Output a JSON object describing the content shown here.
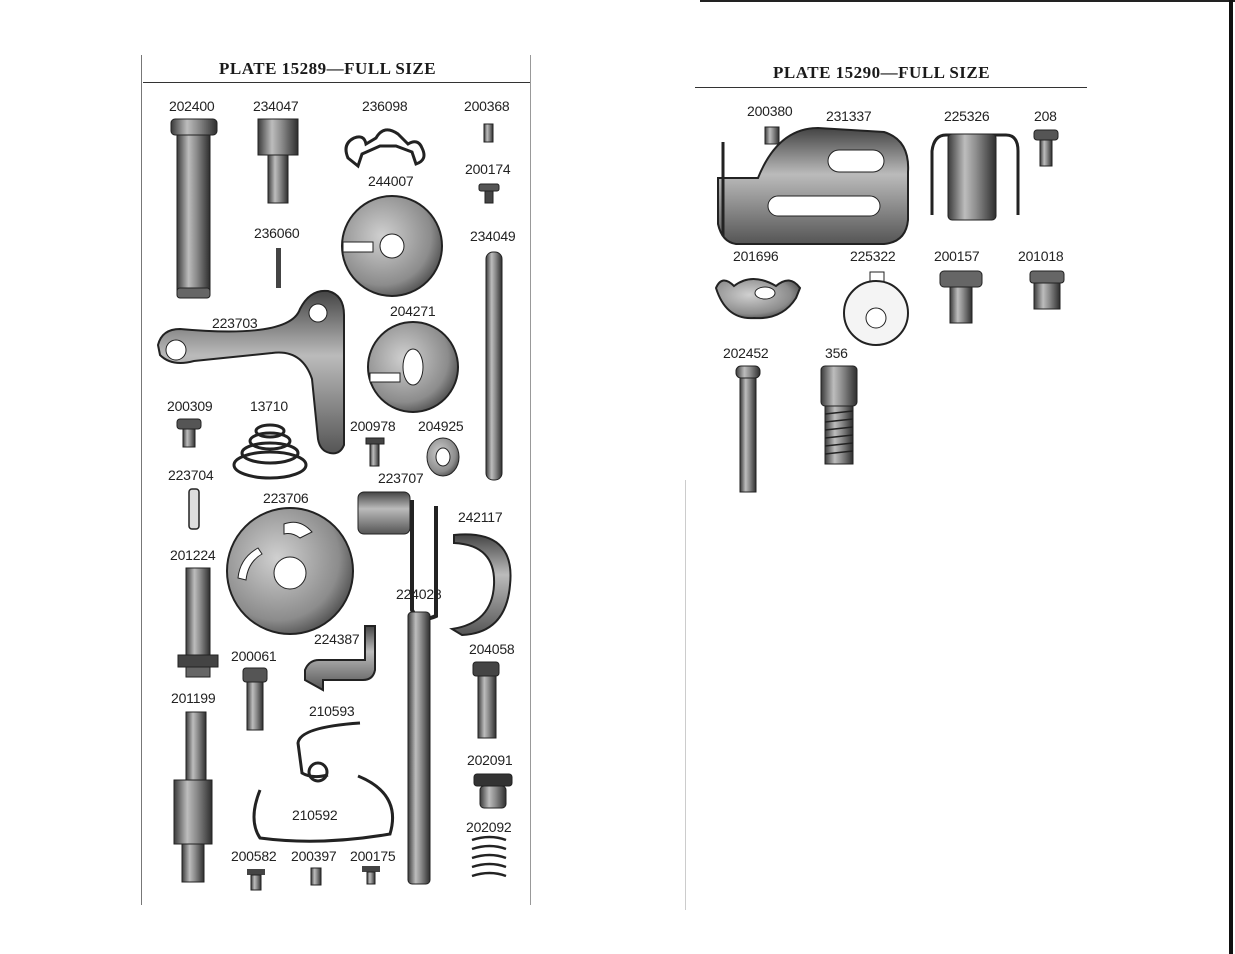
{
  "plates": [
    {
      "title": "PLATE 15289—FULL SIZE",
      "parts": [
        "202400",
        "234047",
        "236098",
        "200368",
        "200174",
        "244007",
        "236060",
        "234049",
        "223703",
        "204271",
        "200309",
        "13710",
        "200978",
        "204925",
        "223704",
        "223707",
        "223706",
        "242117",
        "201224",
        "224028",
        "224387",
        "200061",
        "204058",
        "201199",
        "210593",
        "202091",
        "210592",
        "202092",
        "200582",
        "200397",
        "200175"
      ]
    },
    {
      "title": "PLATE 15290—FULL SIZE",
      "parts": [
        "200380",
        "231337",
        "225326",
        "208",
        "201696",
        "225322",
        "200157",
        "201018",
        "202452",
        "356"
      ]
    }
  ]
}
